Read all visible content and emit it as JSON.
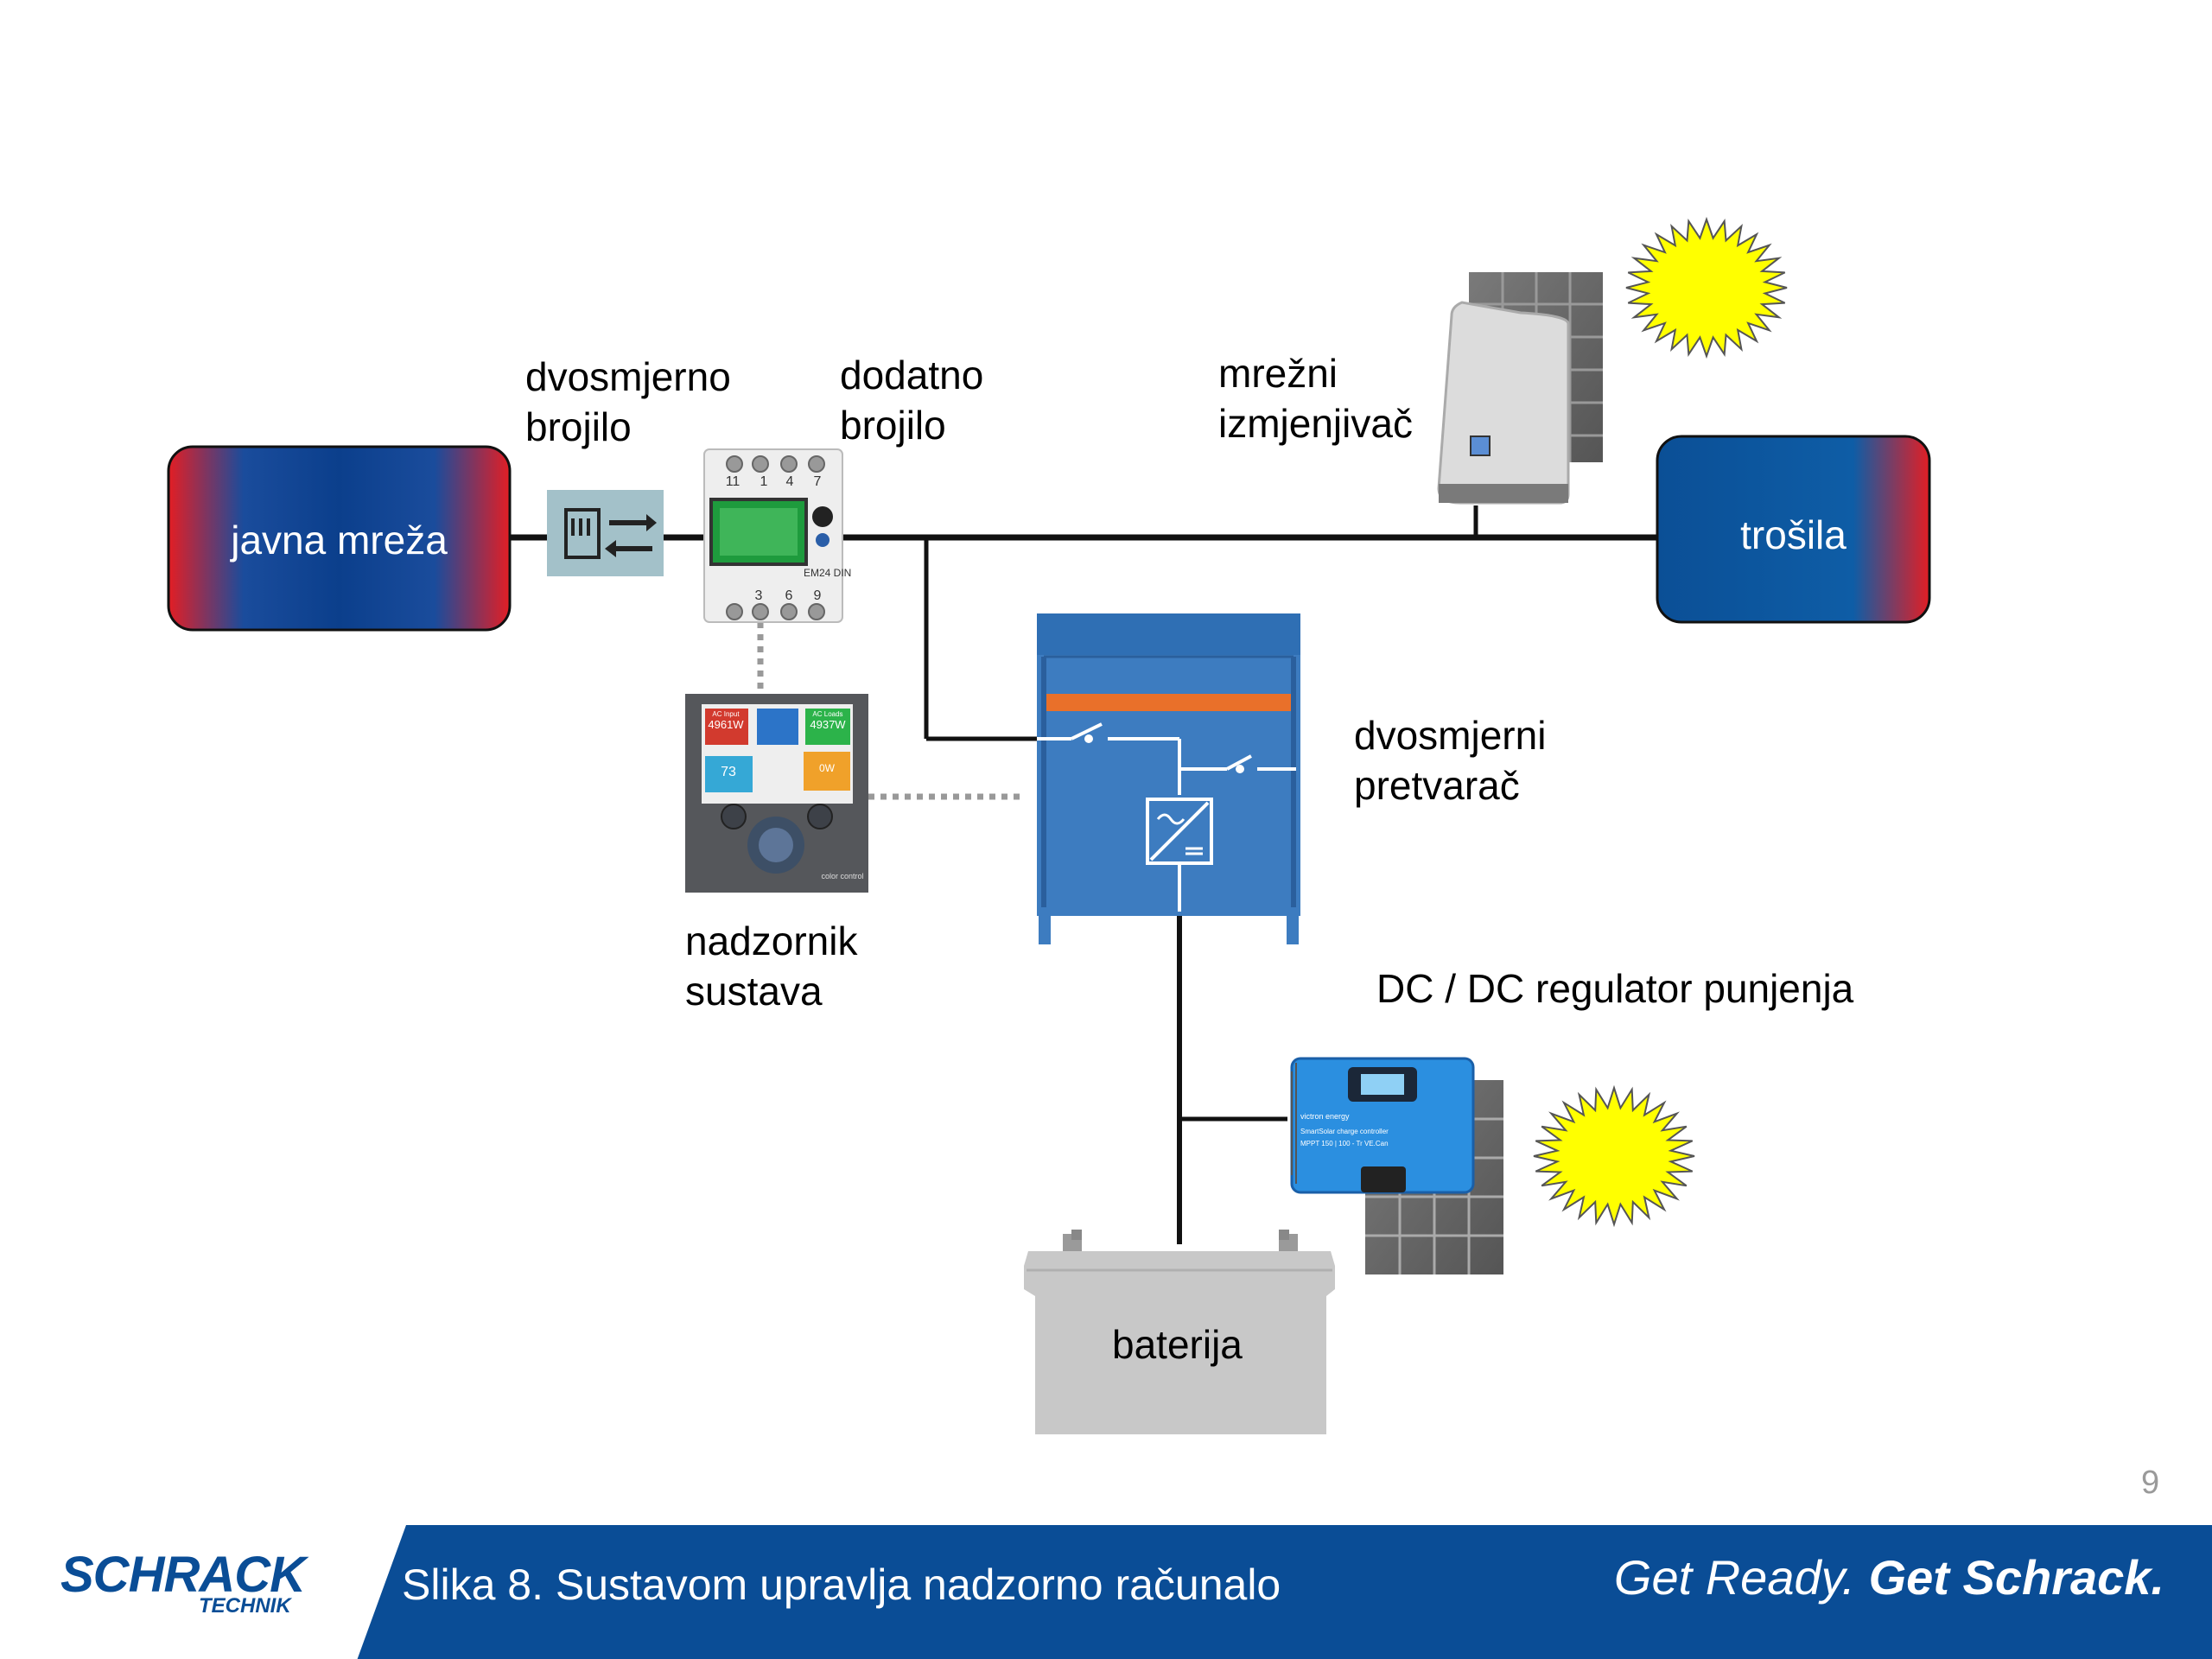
{
  "labels": {
    "grid": "javna mreža",
    "loads": "trošila",
    "bidirectional_meter": [
      "dvosmjerno",
      "brojilo"
    ],
    "extra_meter": [
      "dodatno",
      "brojilo"
    ],
    "grid_inverter": [
      "mrežni",
      "izmjenjivač"
    ],
    "bidirectional_converter": [
      "dvosmjerni",
      "pretvarač"
    ],
    "system_monitor": [
      "nadzornik",
      "sustava"
    ],
    "dc_regulator": "DC / DC regulator punjenja",
    "battery": "baterija"
  },
  "monitor_screen": {
    "ac_input": "AC Input",
    "ac_input_value": "4961W",
    "ac_loads": "AC Loads",
    "ac_loads_value": "4937W",
    "battery_soc": "73",
    "pv_charger_value": "0W",
    "brand": "color control"
  },
  "meter": {
    "top_terminals": [
      "11",
      "1",
      "4",
      "7"
    ],
    "bottom_terminals": [
      "3",
      "6",
      "9"
    ],
    "model": "EM24 DIN"
  },
  "charger": {
    "brand": "victron energy",
    "line1": "SmartSolar charge controller",
    "line2": "MPPT 150 | 100 - Tr VE.Can"
  },
  "page_number": "9",
  "footer": {
    "logo": "SCHRACK",
    "logo_sub": "TECHNIK",
    "caption": "Slika 8. Sustavom upravlja  nadzorno računalo",
    "slogan_light": "Get Ready.",
    "slogan_bold": "Get Schrack."
  },
  "colors": {
    "footer_blue": "#0a4d96",
    "box_red": "#e31e24",
    "box_blue": "#0b4f96",
    "converter_blue": "#3d7cc0",
    "sun_yellow": "#ffff00",
    "battery_grey": "#c8c8c8"
  }
}
